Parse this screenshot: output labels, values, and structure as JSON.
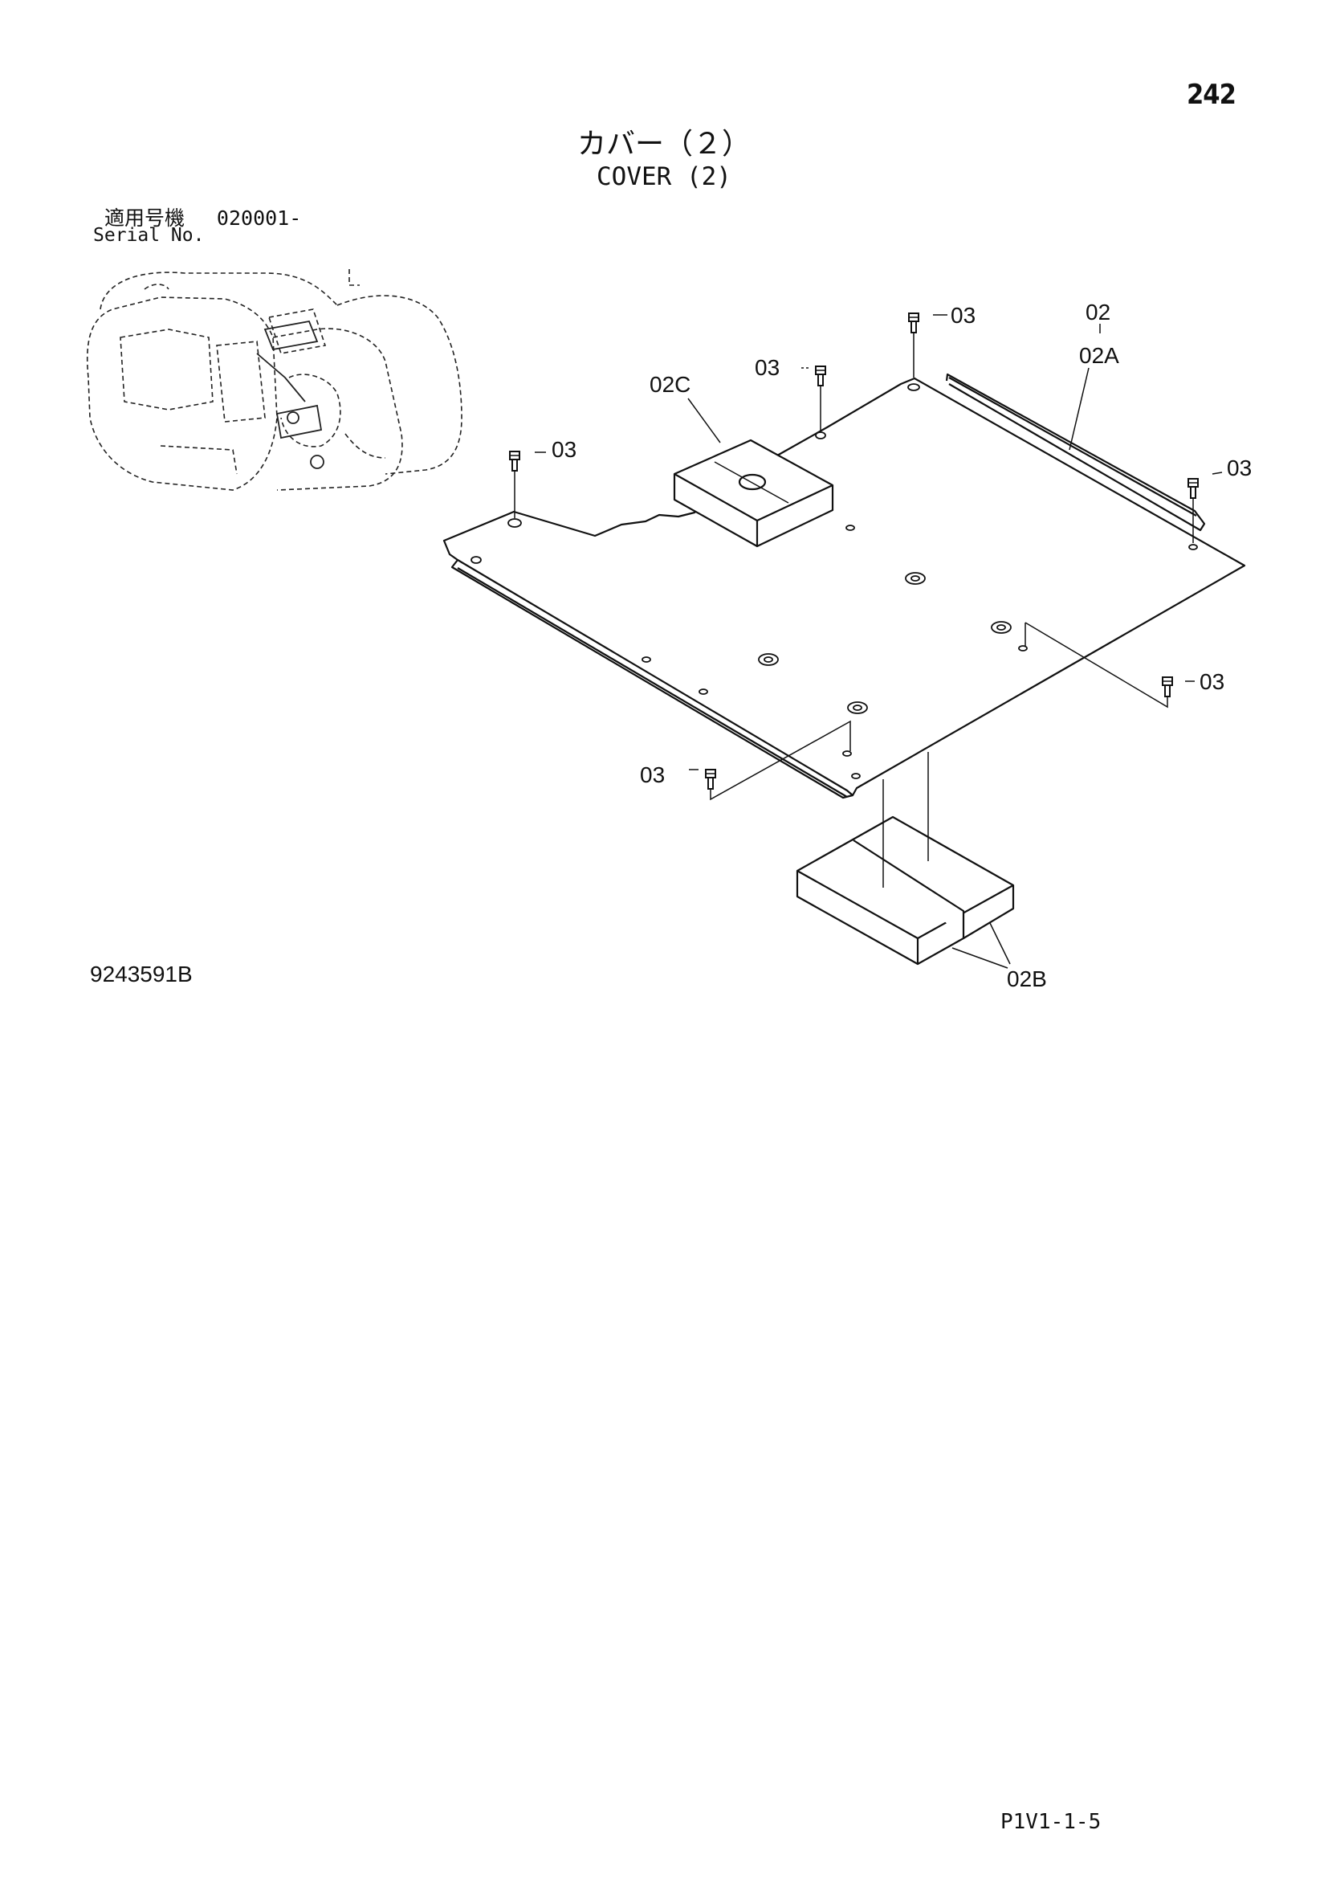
{
  "page_number": "242",
  "title_jp": "カバー（２）",
  "title_en": "COVER (2)",
  "serial": {
    "label_jp": "適用号機",
    "range": "020001-",
    "label_en": "Serial No."
  },
  "drawing_number": "9243591B",
  "page_code": "P1V1-1-5",
  "callouts": {
    "bolt_top_center": "03",
    "bolt_top_left": "03",
    "bolt_left": "03",
    "bolt_right_upper": "03",
    "bolt_right_lower": "03",
    "bolt_bottom_left": "03",
    "plate": "02",
    "rail": "02A",
    "pad_top": "02C",
    "pad_bottom": "02B"
  }
}
